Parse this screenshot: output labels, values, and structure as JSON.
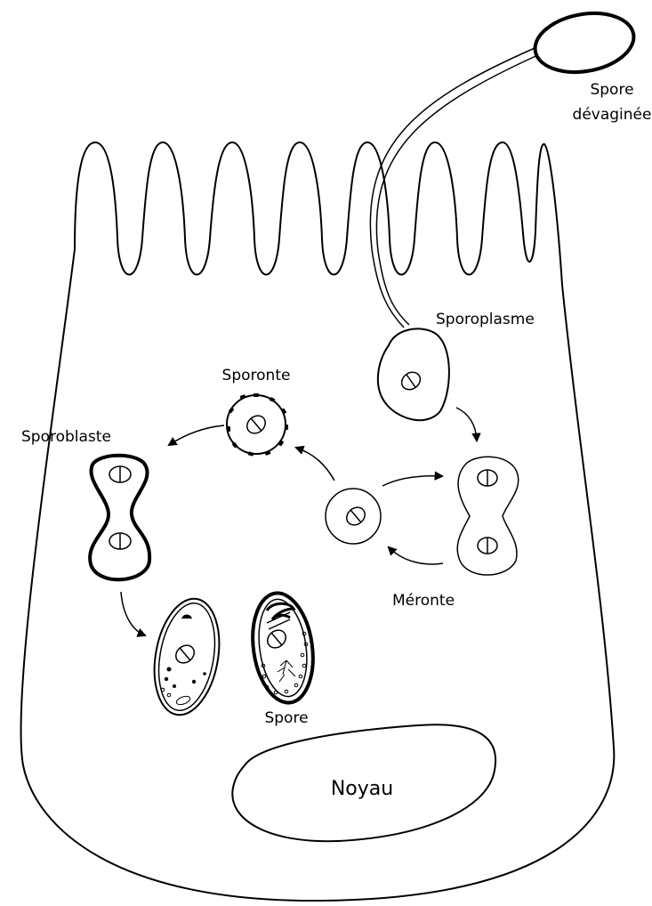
{
  "labels": {
    "spore_devaginee_line1": "Spore",
    "spore_devaginee_line2": "dévaginée",
    "sporoplasme": "Sporoplasme",
    "sporonte": "Sporonte",
    "sporoblaste": "Sporoblaste",
    "meronte": "Méronte",
    "spore": "Spore",
    "noyau": "Noyau"
  }
}
